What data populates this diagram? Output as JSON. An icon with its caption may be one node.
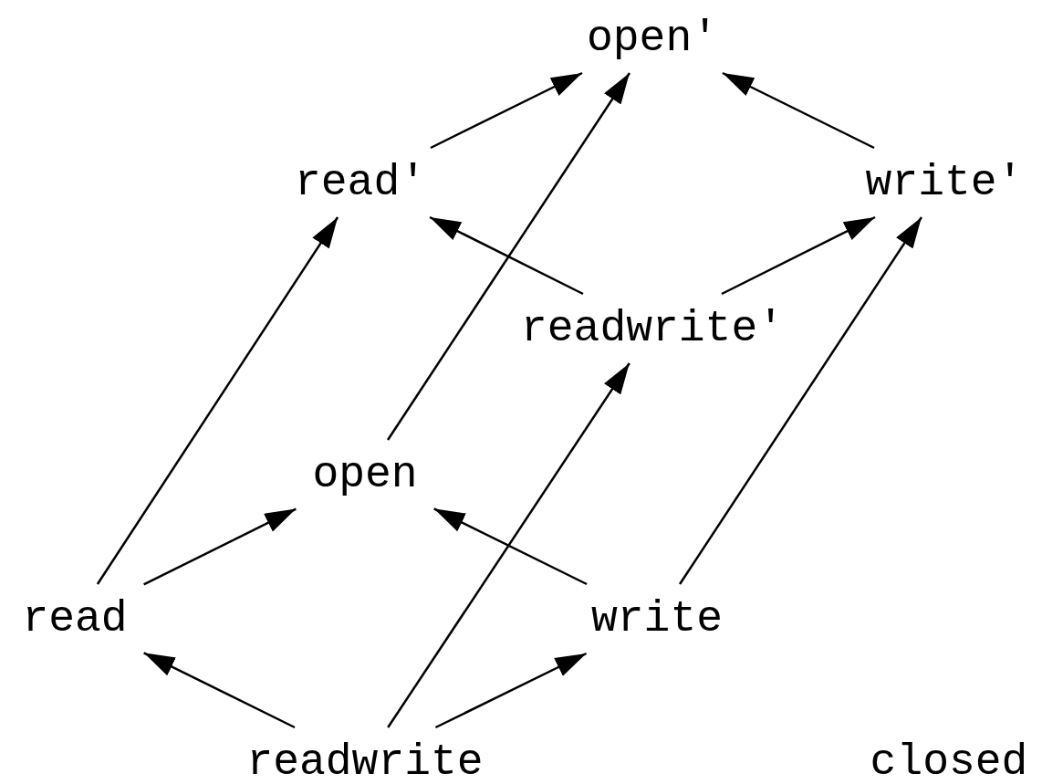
{
  "diagram": {
    "nodes": [
      {
        "text": [
          "open′"
        ]
      },
      {
        "text": [
          "read′"
        ]
      },
      {
        "text": [
          "write′"
        ]
      },
      {
        "text": [
          "readwrite′"
        ]
      },
      {
        "text": [
          "open"
        ]
      },
      {
        "text": [
          "read"
        ]
      },
      {
        "text": [
          "write"
        ]
      },
      {
        "text": [
          "readwrite"
        ]
      }
    ],
    "edges": [
      {
        "from": 1,
        "to": 0,
        "arrow": "to"
      },
      {
        "from": 2,
        "to": 0,
        "arrow": "to"
      },
      {
        "from": 3,
        "to": 1,
        "arrow": "to"
      },
      {
        "from": 3,
        "to": 2,
        "arrow": "to"
      },
      {
        "from": 4,
        "to": 0,
        "arrow": "to"
      },
      {
        "from": 5,
        "to": 1,
        "arrow": "to"
      },
      {
        "from": 6,
        "to": 2,
        "arrow": "to"
      },
      {
        "from": 7,
        "to": 3,
        "arrow": "to"
      },
      {
        "from": 5,
        "to": 4,
        "arrow": "to"
      },
      {
        "from": 6,
        "to": 4,
        "arrow": "to"
      },
      {
        "from": 7,
        "to": 5,
        "arrow": "to"
      },
      {
        "from": 7,
        "to": 6,
        "arrow": "to"
      }
    ],
    "labels": [
      "closed"
    ]
  }
}
